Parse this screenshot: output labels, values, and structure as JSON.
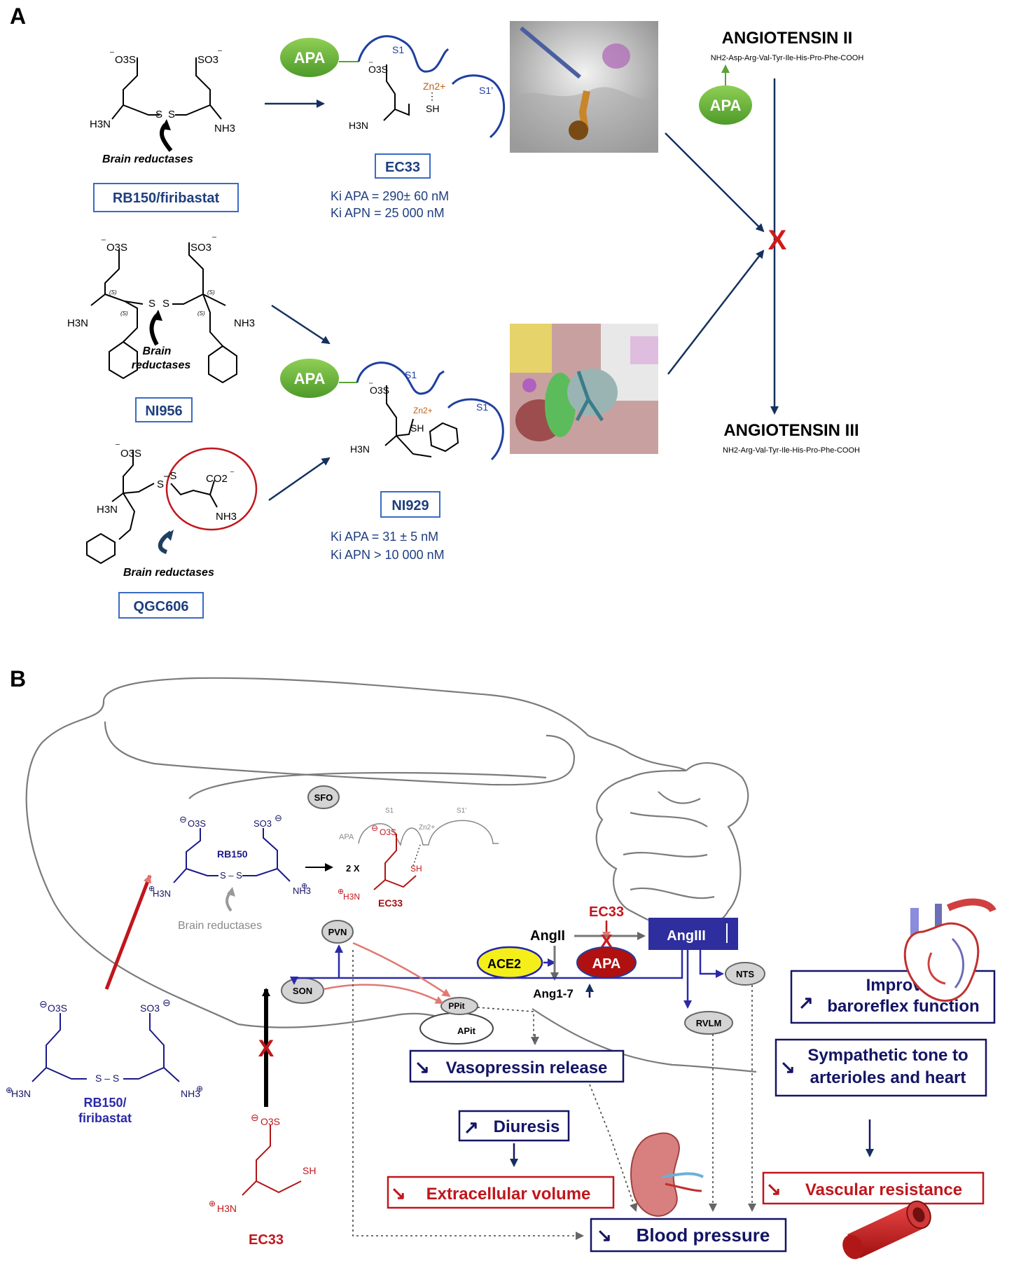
{
  "panel_labels": {
    "a": "A",
    "b": "B"
  },
  "panel_a": {
    "rb150": {
      "label": "RB150/firibastat",
      "reductases": "Brain reductases",
      "left_so3": "O3S",
      "right_so3": "SO3",
      "left_amine": "H3N",
      "right_amine": "NH3",
      "disulfide": "S–S"
    },
    "ec33": {
      "label": "EC33",
      "ki_apa": "Ki APA = 290± 60 nM",
      "ki_apn": "Ki APN = 25 000 nM",
      "apa": "APA",
      "s1": "S1",
      "s1p": "S1’",
      "zn": "Zn2+",
      "sh": "SH",
      "so3": "O3S",
      "amine": "H3N"
    },
    "ni956": {
      "label": "NI956",
      "reductases_line1": "Brain",
      "reductases_line2": "reductases",
      "stereo": "(S)"
    },
    "qgc606": {
      "label": "QGC606",
      "reductases": "Brain reductases",
      "co2": "CO2",
      "nh3": "NH3"
    },
    "ni929": {
      "label": "NI929",
      "ki_apa": "Ki APA = 31 ± 5 nM",
      "ki_apn": "Ki APN > 10 000 nM",
      "apa": "APA",
      "s1": "S1",
      "s1p": "S1’"
    },
    "angiotensin_ii": {
      "title": "ANGIOTENSIN II",
      "sequence": "NH2-Asp-Arg-Val-Tyr-Ile-His-Pro-Phe-COOH"
    },
    "angiotensin_iii": {
      "title": "ANGIOTENSIN III",
      "sequence": "NH2-Arg-Val-Tyr-Ile-His-Pro-Phe-COOH"
    },
    "apa_enzyme": "APA",
    "block_mark": "X"
  },
  "panel_b": {
    "nuclei": {
      "sfo": "SFO",
      "pvn": "PVN",
      "son": "SON",
      "ppit": "PPit",
      "apit": "APit",
      "nts": "NTS",
      "rvlm": "RVLM"
    },
    "rb150_inside": {
      "name": "RB150",
      "reductases": "Brain reductases"
    },
    "apa_site": {
      "apa": "APA",
      "s1": "S1",
      "s1p": "S1’",
      "zn": "Zn2+",
      "two_x": "2 X",
      "ec33": "EC33",
      "sh": "SH"
    },
    "ec33_top": "EC33",
    "angii": "AngII",
    "angiii": "AngIII",
    "ace2": "ACE2",
    "apa": "APA",
    "ang17": "Ang1-7",
    "effects": {
      "baroreflex_1": "Improves",
      "baroreflex_2": "baroreflex function",
      "sympathetic_1": "Sympathetic tone to",
      "sympathetic_2": "arterioles and heart",
      "vasopressin": "Vasopressin release",
      "diuresis": "Diuresis",
      "extracellular": "Extracellular volume",
      "vascular": "Vascular resistance",
      "blood_pressure": "Blood pressure"
    },
    "rb150_outside_1": "RB150/",
    "rb150_outside_2": "firibastat",
    "ec33_outside": "EC33",
    "block_mark": "X"
  }
}
